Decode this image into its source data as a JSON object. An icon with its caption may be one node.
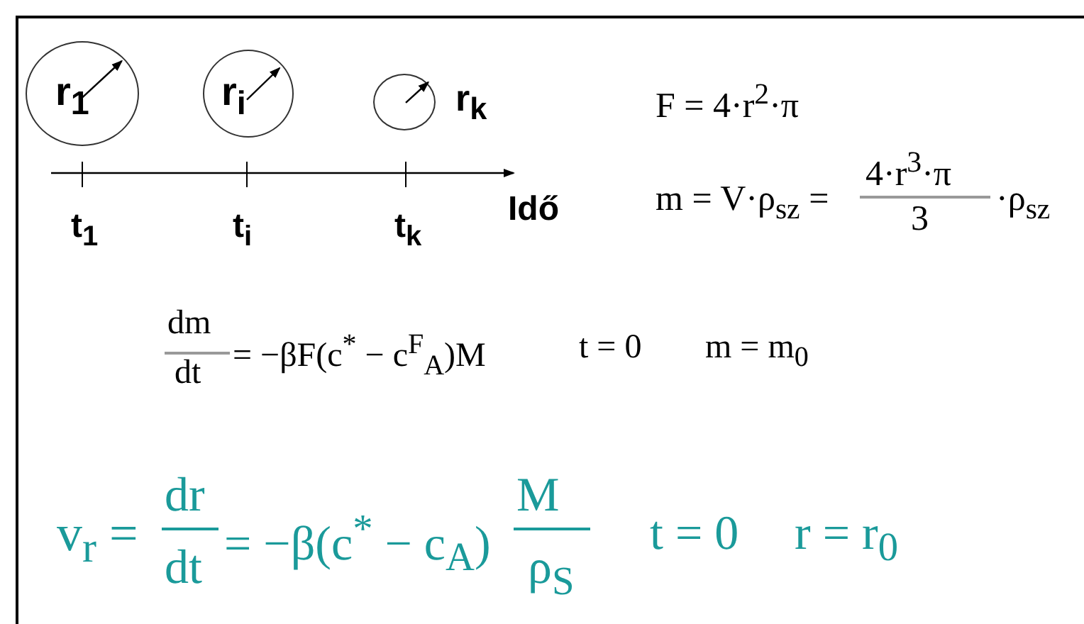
{
  "diagram": {
    "nodes": [
      {
        "text": [
          "r$_{1}$"
        ]
      },
      {
        "text": [
          "r$_{i}$"
        ]
      },
      {
        "text": [],
        "shape": "circle",
        "beside": [
          "r$_{k}$"
        ]
      }
    ],
    "labels": [
      "F = 4·r$^{2}$·π",
      "t$_{1}$",
      "t$_{i}$",
      "t$_{k}$",
      "Idő",
      "m = V·ρ$_{sz}$ =",
      "4·r$^{3}$·π",
      "3",
      "·ρ$_{sz}$",
      "dm",
      "dt",
      "= −βF(c$^{*}$ − c$^{F}$$_{A}$)M",
      "t = 0",
      "m = m$_{0}$",
      "v$_{r}$ =",
      "dr",
      "dt",
      "= −β(c$^{*}$ − c$_{A}$)",
      "M",
      "ρ$_{S}$",
      "t = 0",
      "r = r$_{0}$"
    ]
  }
}
